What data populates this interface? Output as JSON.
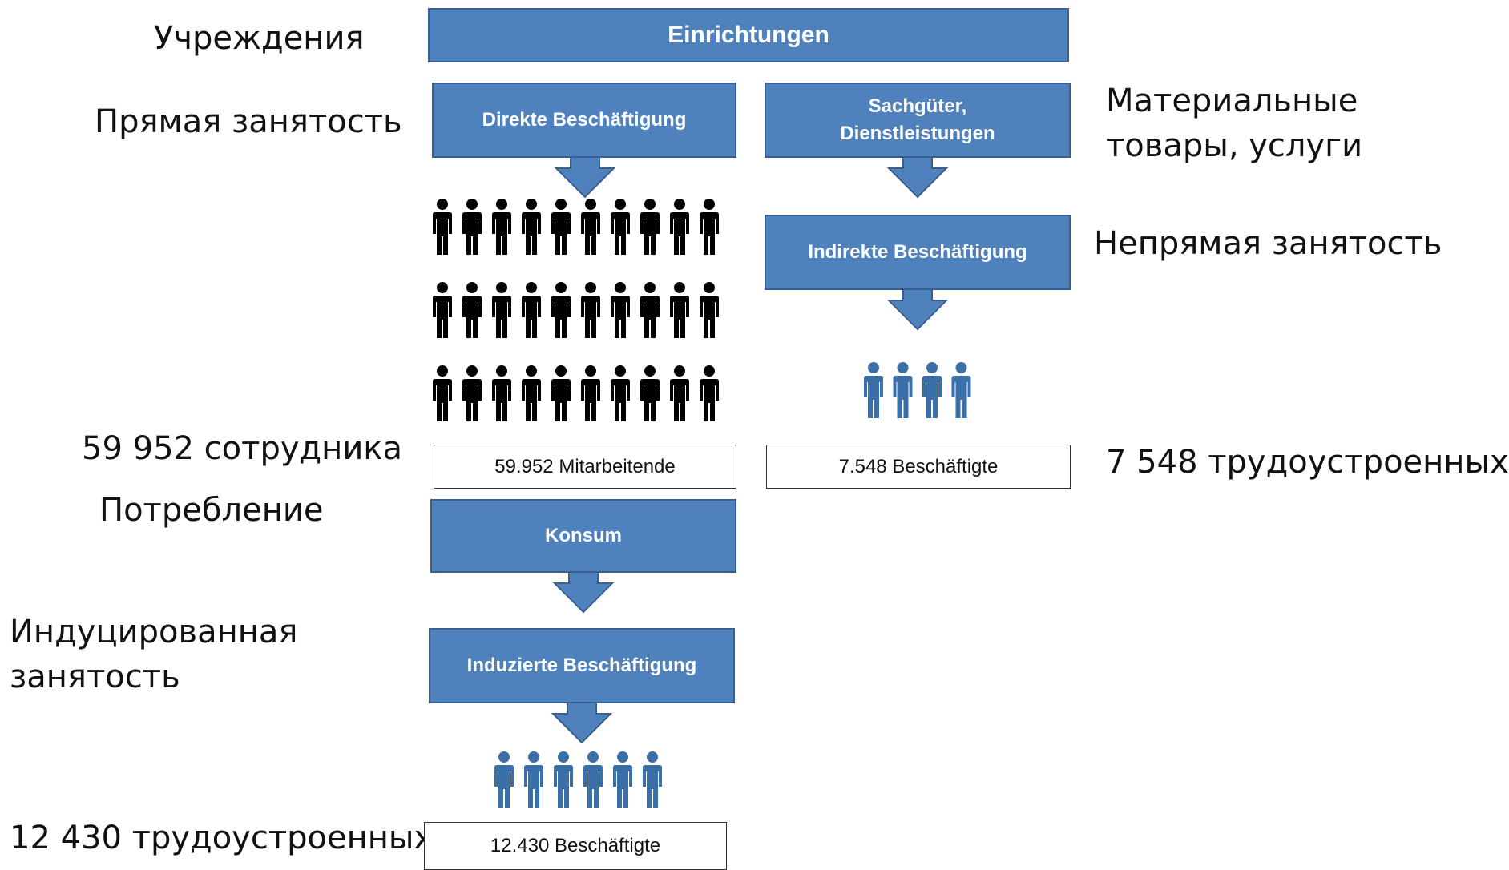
{
  "colors": {
    "box_fill": "#4f81bd",
    "box_border": "#3a5f8f",
    "person_black": "#000000",
    "person_blue": "#3b6fa8"
  },
  "russian_labels": {
    "institutions": "Учреждения",
    "direct_employment": "Прямая занятость",
    "goods_services": "Материальные\nтовары, услуги",
    "indirect_employment": "Непрямая занятость",
    "employees": "59 952 сотрудника",
    "indirect_count": "7 548 трудоустроенных",
    "consumption": "Потребление",
    "induced_employment": "Индуцированная\nзанятость",
    "induced_count": "12 430 трудоустроенных"
  },
  "boxes": {
    "einrichtungen": "Einrichtungen",
    "direkte": "Direkte Beschäftigung",
    "sachgueter": "Sachgüter,\nDienstleistungen",
    "indirekte": "Indirekte Beschäftigung",
    "konsum": "Konsum",
    "induzierte": "Induzierte Beschäftigung"
  },
  "values": {
    "mitarbeitende": "59.952 Mitarbeitende",
    "indirect": "7.548 Beschäftigte",
    "induced": "12.430 Beschäftigte"
  },
  "pictograms": {
    "direct": {
      "count": 30,
      "color": "black"
    },
    "indirect": {
      "count": 4,
      "color": "blue"
    },
    "induced": {
      "count": 6,
      "color": "blue"
    }
  }
}
